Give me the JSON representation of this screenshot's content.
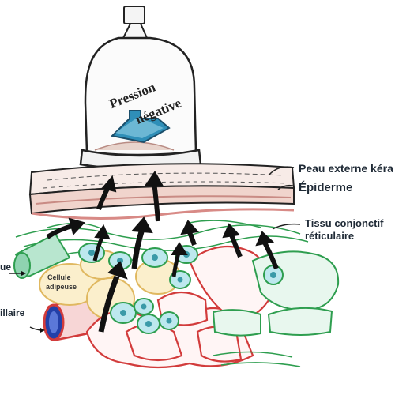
{
  "cup": {
    "text_line1": "Pression",
    "text_line2": "négative"
  },
  "labels": {
    "peau": "Peau externe kéra",
    "epiderme": "Épiderme",
    "tissu_line1": "Tissu conjonctif",
    "tissu_line2": "réticulaire",
    "cellule_line1": "Cellule",
    "cellule_line2": "adipeuse",
    "left_top": "ue",
    "left_bottom": "illaire"
  },
  "colors": {
    "outline": "#1a1a1a",
    "skin_fill": "#f3ddd8",
    "skin_pink": "#d88a86",
    "connective_green": "#2e9e4f",
    "vessel_red": "#d23b3b",
    "cell_cyan": "#bde8ee",
    "nucleus_teal": "#3a9aa8",
    "fat_yellow": "#f6e2a8",
    "arrow_blue": "#2f8fb8",
    "capillary_blue": "#2340a8"
  },
  "icons": {
    "cup": "suction-cup-icon",
    "arrow": "upward-arrow-icon"
  }
}
